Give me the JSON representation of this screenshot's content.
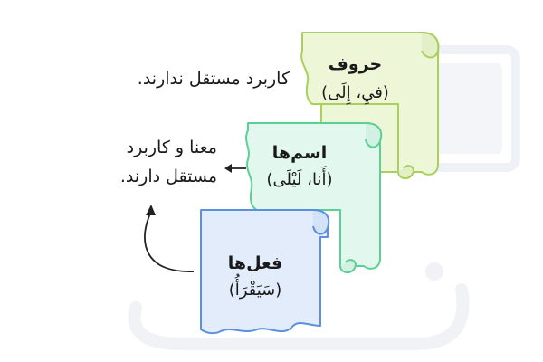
{
  "scrolls": [
    {
      "id": "harf",
      "title": "حروف",
      "example": "(فيِ، إِلَی)",
      "fill": "#eef6d8",
      "stroke": "#a9d05c"
    },
    {
      "id": "ism",
      "title": "اسم‌ها",
      "example": "(أَنا، لَيْلَی)",
      "fill": "#e2f7ee",
      "stroke": "#5ccf96"
    },
    {
      "id": "fel",
      "title": "فعل‌ها",
      "example": "(سَيَقْرَأُ)",
      "fill": "#e3ecfb",
      "stroke": "#5b8fe0"
    }
  ],
  "notes": {
    "harf": "کاربرد مستقل ندارند.",
    "ism_fel_line1": "معنا و کاربرد",
    "ism_fel_line2": "مستقل دارند."
  },
  "colors": {
    "arrow": "#222222",
    "watermark": "#eef1f5"
  }
}
